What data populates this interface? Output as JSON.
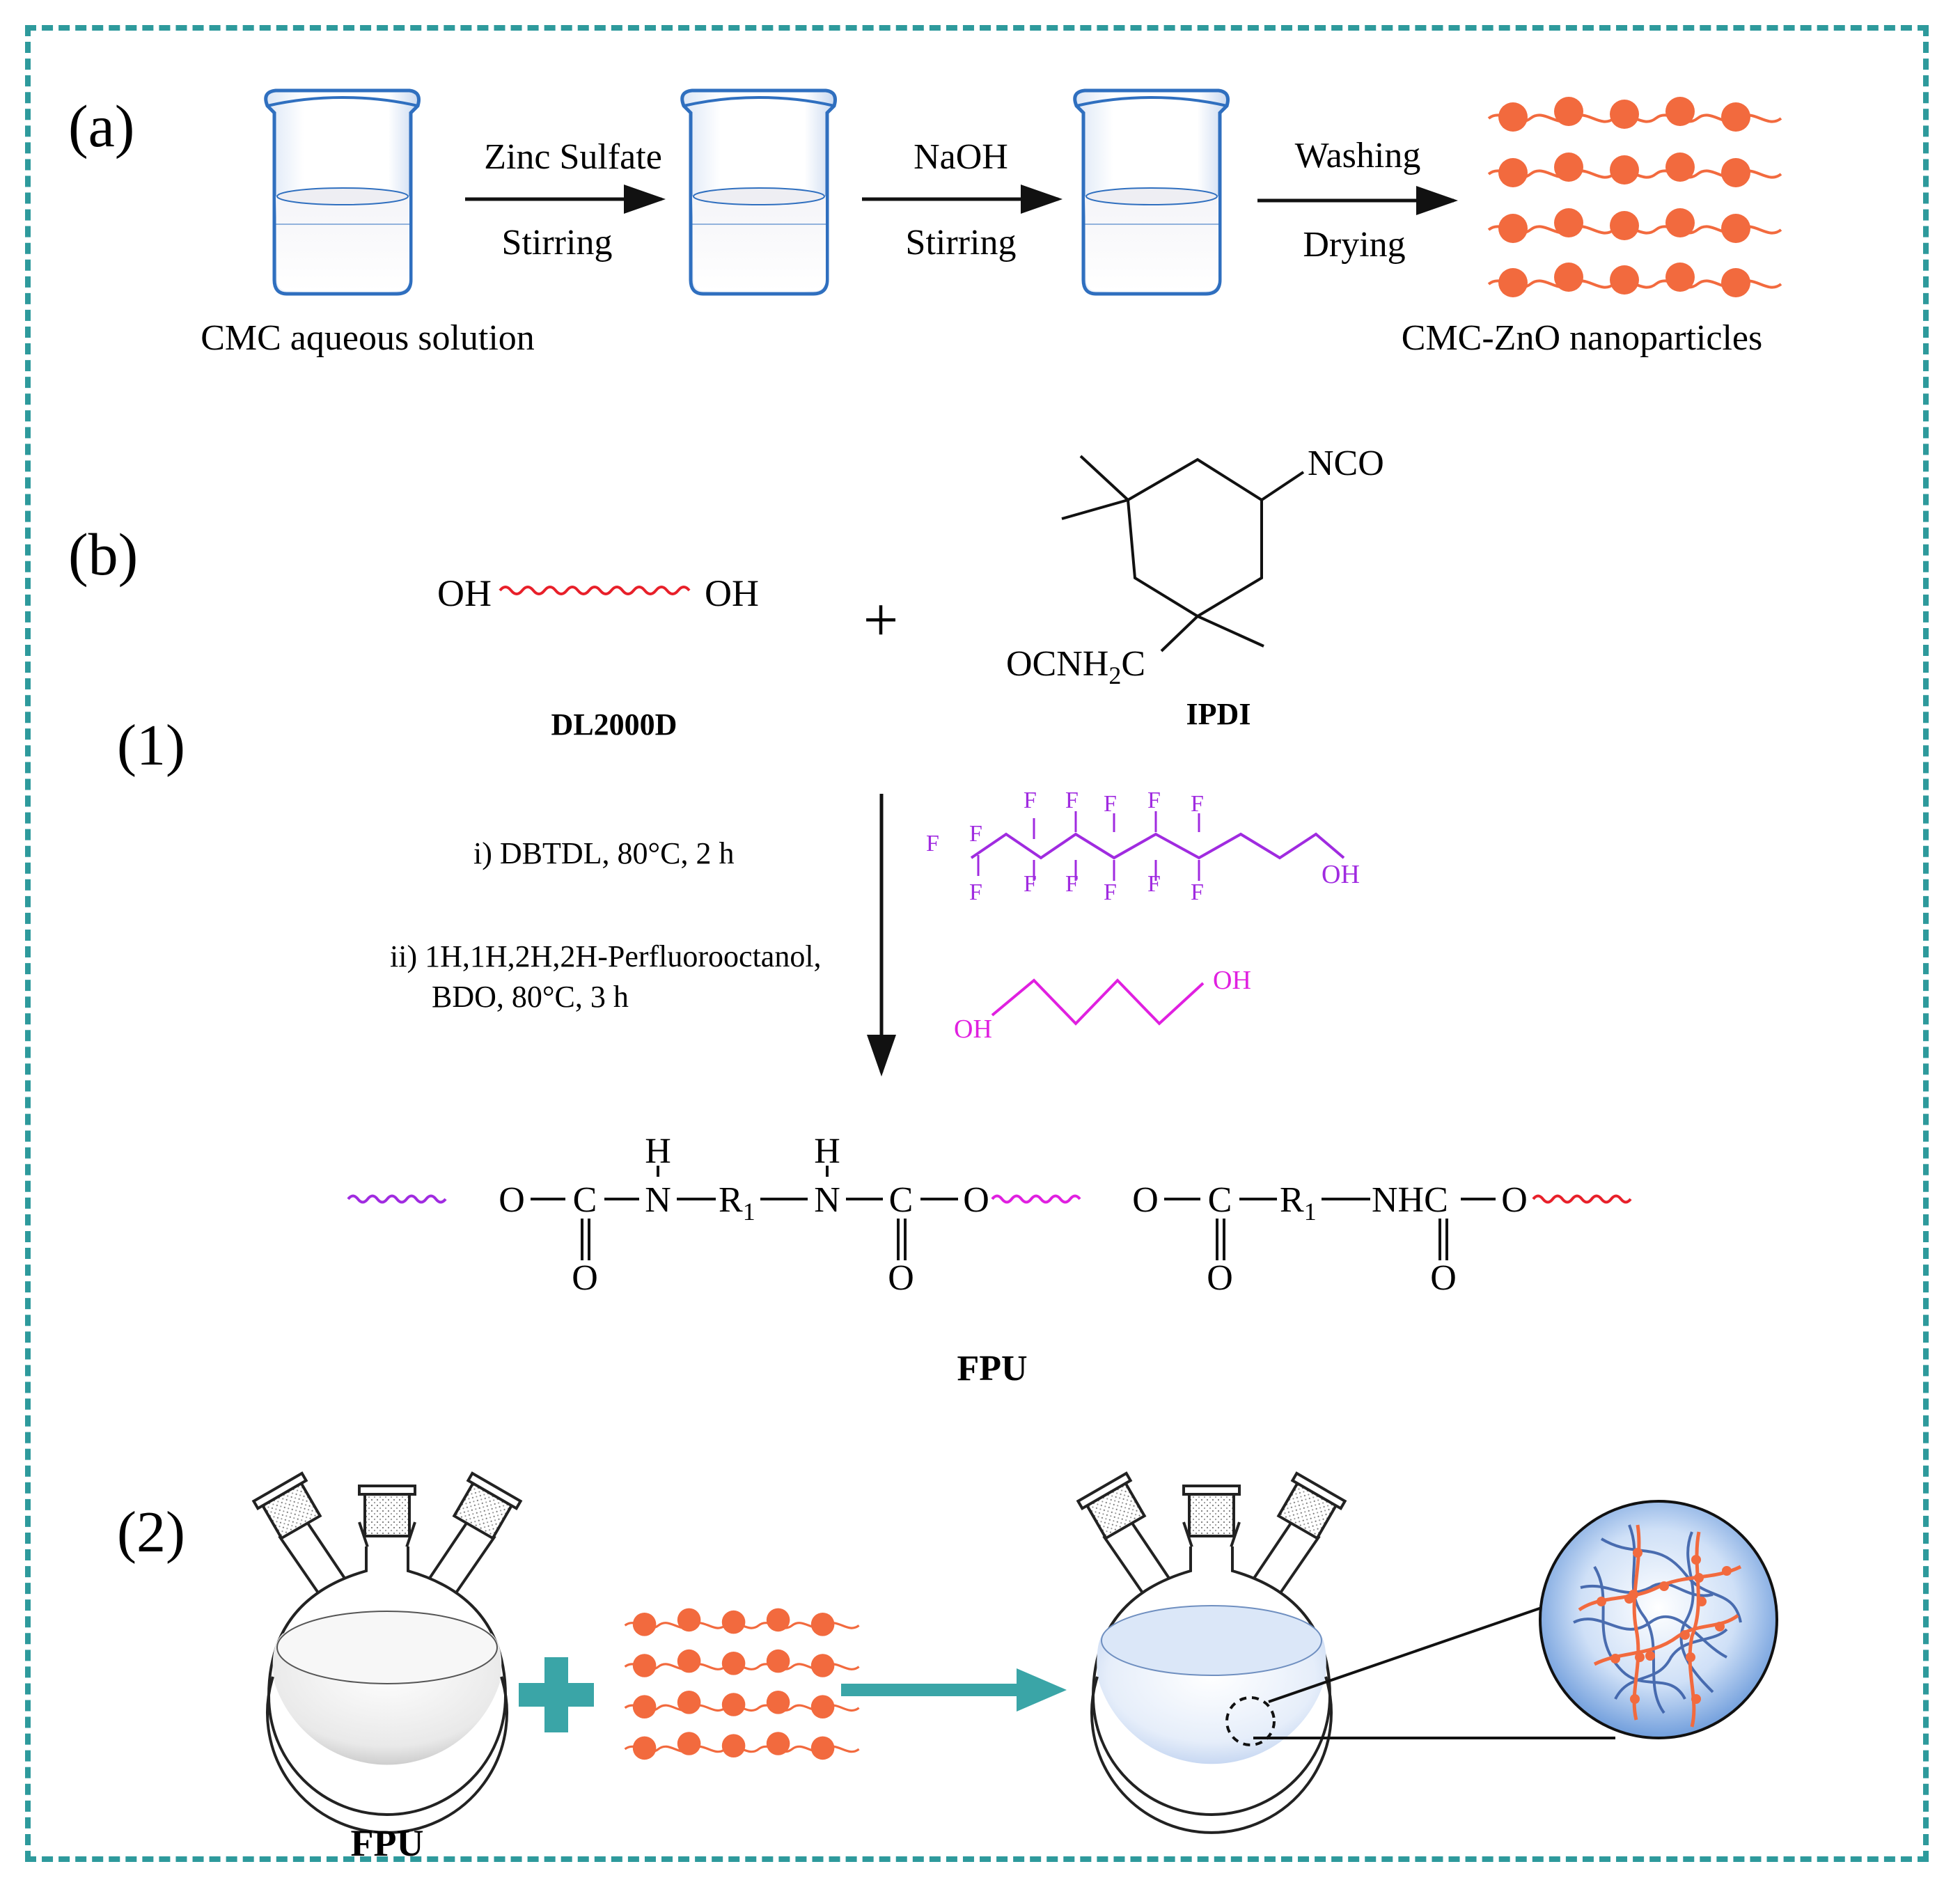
{
  "panel_a": {
    "label": "(a)",
    "step1": {
      "top": "Zinc Sulfate",
      "bottom": "Stirring"
    },
    "step2": {
      "top": "NaOH",
      "bottom": "Stirring"
    },
    "step3": {
      "top": "Washing",
      "bottom": "Drying"
    },
    "start_caption": "CMC aqueous solution",
    "end_caption": "CMC-ZnO nanoparticles"
  },
  "panel_b": {
    "label": "(b)",
    "step1_label": "(1)",
    "step2_label": "(2)",
    "diol": {
      "left_oh": "OH",
      "right_oh": "OH",
      "name": "DL2000D"
    },
    "plus": "+",
    "ipdi": {
      "nco": "NCO",
      "ocnh": "OCNH",
      "sub2": "2",
      "c": "C",
      "name": "IPDI"
    },
    "conditions": {
      "i": "i) DBTDL, 80°C, 2 h",
      "ii_line1": "ii) 1H,1H,2H,2H-Perfluorooctanol,",
      "ii_line2": "BDO, 80°C, 3 h"
    },
    "fluoro": {
      "f": "F",
      "oh": "OH"
    },
    "bdo": {
      "oh_left": "OH",
      "oh_right": "OH"
    },
    "product": {
      "o": "O",
      "c": "C",
      "n": "N",
      "h": "H",
      "r": "R",
      "r_sub": "1",
      "nhc": "NHC",
      "name": "FPU"
    },
    "flask_label": "FPU"
  },
  "colors": {
    "frame": "#2e9a9c",
    "particles": "#f26a3e",
    "fluoro_chain": "#a02be0",
    "bdo_chain": "#e020e0",
    "red_chain": "#e8202a",
    "arrow_teal": "#3aa5a7"
  }
}
